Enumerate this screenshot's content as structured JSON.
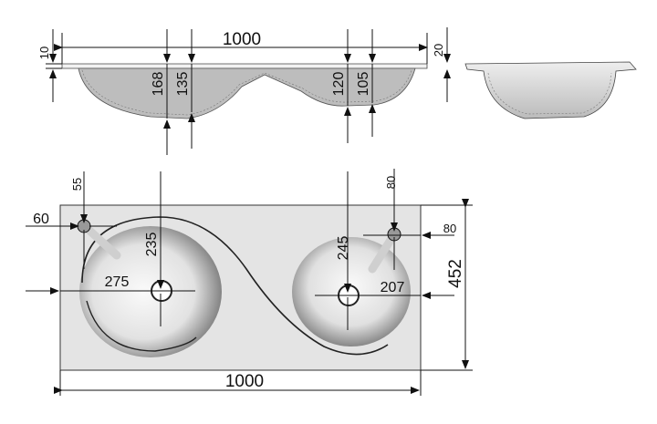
{
  "front_view": {
    "width": "1000",
    "rim_left": "10",
    "rim_right": "20",
    "depth_left_drain": "168",
    "depth_left_overflow": "135",
    "depth_right_drain": "120",
    "depth_right_overflow": "105"
  },
  "top_view": {
    "width": "1000",
    "depth": "452",
    "left_tap_from_top": "55",
    "left_tap_from_left": "60",
    "left_drain_from_top": "235",
    "left_drain_from_left": "275",
    "right_drain_from_top": "245",
    "right_drain_from_right": "207",
    "right_tap_from_top": "80",
    "right_tap_from_right": "80"
  }
}
